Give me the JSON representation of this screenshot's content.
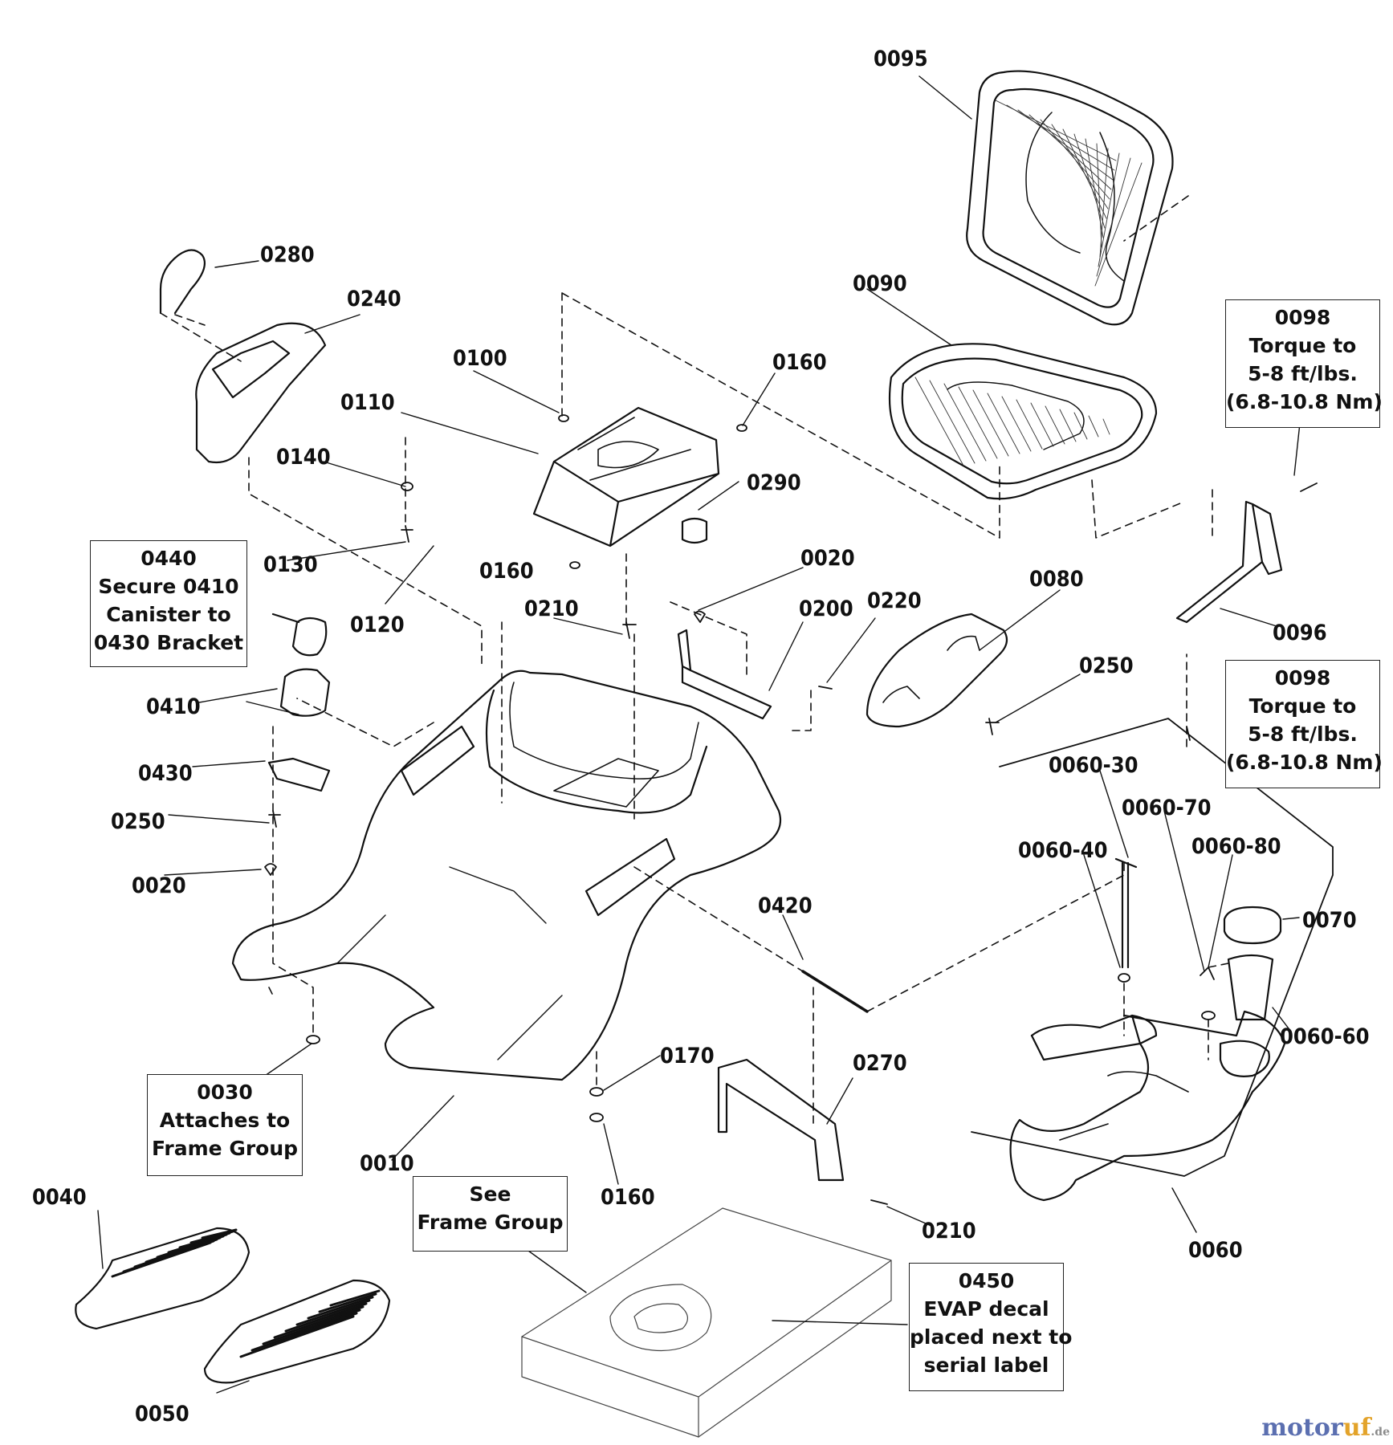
{
  "part_labels": [
    "0095",
    "0090",
    "0098",
    "0096",
    "0280",
    "0240",
    "0100",
    "0110",
    "0160",
    "0140",
    "0290",
    "0130",
    "0160",
    "0120",
    "0020",
    "0210",
    "0200",
    "0220",
    "0080",
    "0250",
    "0440",
    "0410",
    "0430",
    "0250",
    "0020",
    "0060-30",
    "0060-70",
    "0060-40",
    "0060-80",
    "0070",
    "0420",
    "0060-60",
    "0030",
    "0170",
    "0270",
    "0010",
    "0160",
    "0040",
    "0210",
    "0060",
    "0450",
    "0050"
  ],
  "notes": {
    "torque_top": {
      "num": "0098",
      "line1": "Torque to",
      "line2": "5-8 ft/lbs.",
      "line3": "(6.8-10.8 Nm)"
    },
    "torque_bottom": {
      "num": "0098",
      "line1": "Torque to",
      "line2": "5-8 ft/lbs.",
      "line3": "(6.8-10.8 Nm)"
    },
    "canister": {
      "num": "0440",
      "line1": "Secure 0410",
      "line2": "Canister to",
      "line3": "0430 Bracket"
    },
    "frame_attach": {
      "num": "0030",
      "line1": "Attaches to",
      "line2": "Frame Group"
    },
    "see_frame": {
      "line1": "See",
      "line2": "Frame Group"
    },
    "evap": {
      "num": "0450",
      "line1": "EVAP decal",
      "line2": "placed next to",
      "line3": "serial label"
    }
  },
  "watermark": {
    "name_a": "motor",
    "name_b": "uf",
    "suffix": ".de"
  },
  "colors": {
    "ink": "#111111",
    "brand_blue": "#5b6fb0",
    "brand_orange": "#e3a32a"
  }
}
